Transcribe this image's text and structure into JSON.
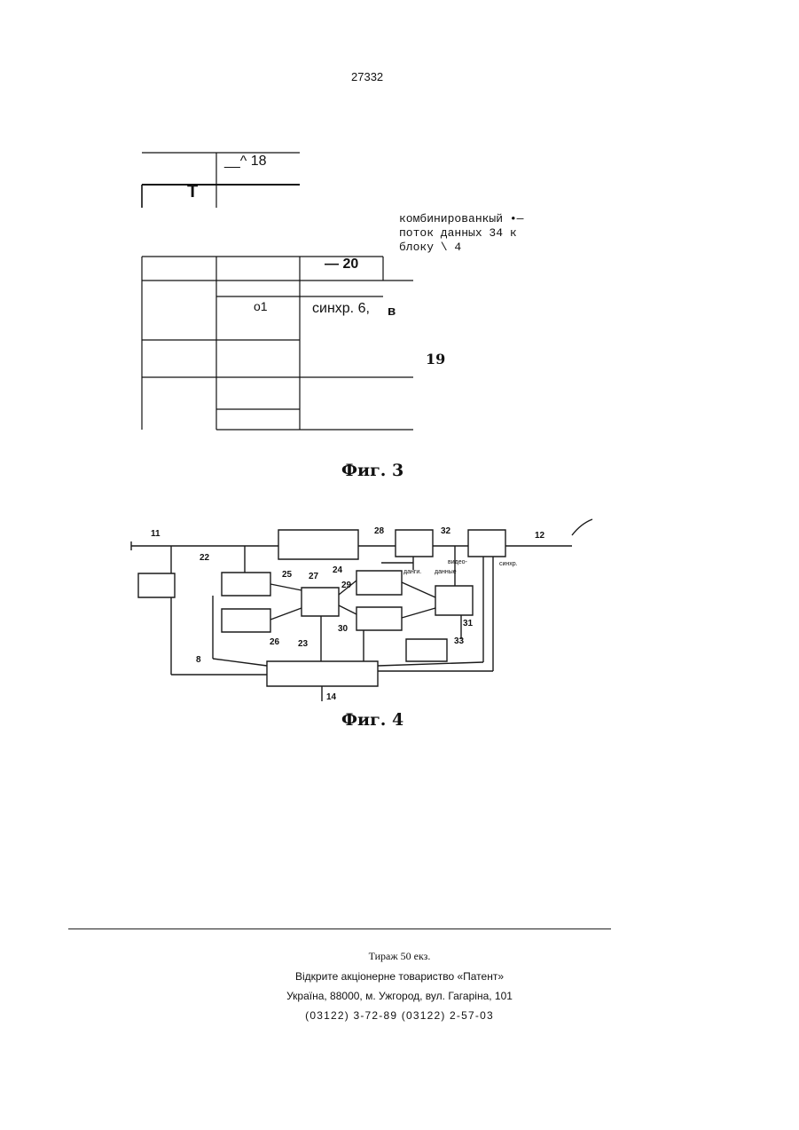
{
  "page_number": "27332",
  "fig3": {
    "label_18": "__^ 18",
    "label_T": "T",
    "note_lines": [
      "комбинированкый •—",
      "поток данных 34 к",
      "блоку \\ 4"
    ],
    "label_20": "— 20",
    "label_o1": "о1",
    "label_sync": "синхр. 6,",
    "label_B": "в",
    "label_19": "19",
    "caption": "Фиг. 3"
  },
  "fig4": {
    "labels": {
      "l11": "11",
      "l22": "22",
      "l28": "28",
      "l32": "32",
      "l12": "12",
      "l25": "25",
      "l27": "27",
      "l24": "24",
      "l29": "29",
      "l26": "26",
      "l30": "30",
      "l31": "31",
      "l23": "23",
      "l33": "33",
      "l8": "8",
      "l14": "14"
    },
    "small_text": {
      "data_in": "данги.",
      "data_out": "данные",
      "video": "видео-",
      "sync": "синхр."
    },
    "caption": "Фиг. 4"
  },
  "footer": {
    "tirazh": "Тираж 50 екз.",
    "company": "Відкрите акціонерне товариство «Патент»",
    "address": "Україна, 88000, м. Ужгород, вул. Гагаріна, 101",
    "phones": "(03122) 3-72-89 (03122) 2-57-03"
  }
}
